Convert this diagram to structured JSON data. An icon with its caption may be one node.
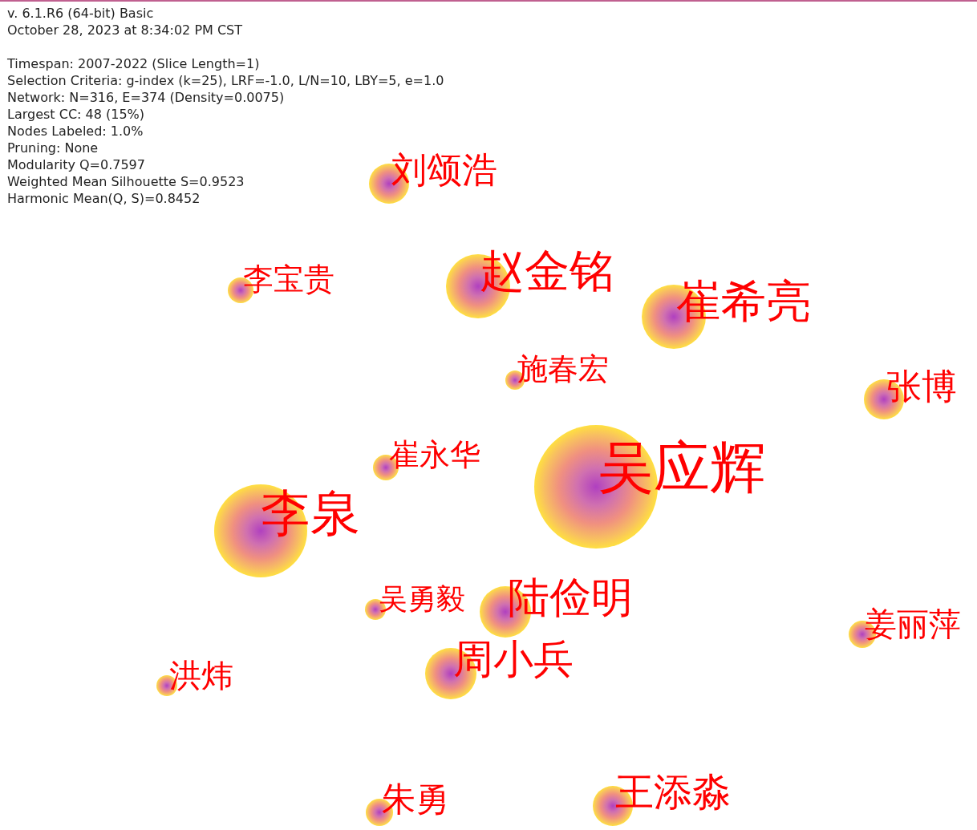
{
  "diagram": {
    "nodes": [
      {
        "text": [
          "刘颂浩"
        ]
      },
      {
        "text": [
          "李宝贵"
        ]
      },
      {
        "text": [
          "赵金铭"
        ]
      },
      {
        "text": [
          "崔希亮"
        ]
      },
      {
        "text": [
          "施春宏"
        ]
      },
      {
        "text": [
          "张博"
        ]
      },
      {
        "text": [
          "吴应辉"
        ]
      },
      {
        "text": [
          "崔永华"
        ]
      },
      {
        "text": [
          "李泉"
        ]
      },
      {
        "text": [
          "吴勇毅"
        ]
      },
      {
        "text": [
          "陆俭明"
        ]
      },
      {
        "text": [
          "姜丽萍"
        ]
      },
      {
        "text": [
          "周小兵"
        ]
      },
      {
        "text": [
          "洪炜"
        ]
      },
      {
        "text": [
          "朱勇"
        ]
      },
      {
        "text": [
          "王添淼"
        ]
      }
    ],
    "labels": [
      "v. 6.1.R6 (64-bit) Basic",
      "October 28, 2023 at 8:34:02 PM CST",
      "Timespan: 2007-2022 (Slice Length=1)",
      "Selection Criteria: g-index (k=25), LRF=-1.0, L/N=10, LBY=5, e=1.0",
      "Network: N=316, E=374 (Density=0.0075)",
      "Largest CC: 48 (15%)",
      "Nodes Labeled: 1.0%",
      "Pruning: None",
      "Modularity Q=0.7597",
      "Weighted Mean Silhouette S=0.9523",
      "Harmonic Mean(Q, S)=0.8452"
    ]
  }
}
